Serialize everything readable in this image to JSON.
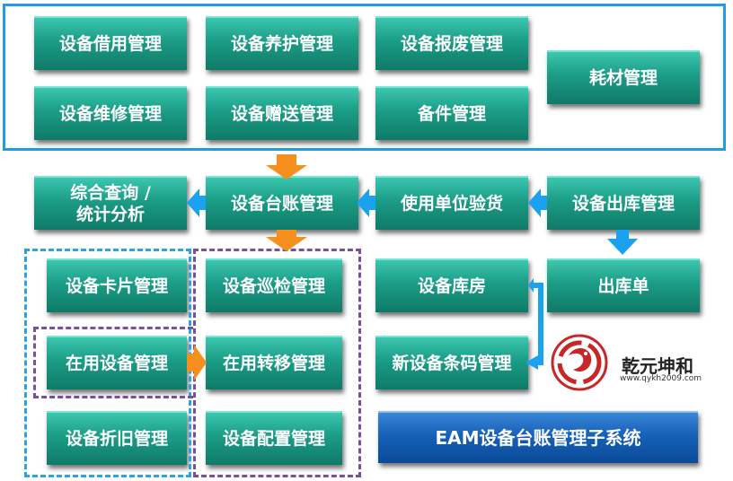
{
  "top_modules": [
    "设备借用管理",
    "设备养护管理",
    "设备报废管理",
    "耗材管理",
    "设备维修管理",
    "设备赠送管理",
    "备件管理"
  ],
  "flow": {
    "query": [
      "综合查询 /",
      "统计分析"
    ],
    "ledger": "设备台账管理",
    "acceptance": "使用单位验货",
    "outbound": "设备出库管理",
    "outbound_order": "出库单",
    "warehouse": "设备库房",
    "barcode": "新设备条码管理"
  },
  "sub_modules": {
    "card": "设备卡片管理",
    "inspection": "设备巡检管理",
    "in_use": "在用设备管理",
    "transfer": "在用转移管理",
    "depreciation": "设备折旧管理",
    "config": "设备配置管理"
  },
  "system_title": "EAM设备台账管理子系统",
  "logo": {
    "name": "乾元坤和",
    "url": "www.qykh2009.com"
  },
  "colors": {
    "teal_box": "#1c9e88",
    "blue_frame": "#1f9be8",
    "orange_arrow": "#f5901e",
    "blue_arrow": "#1aa1f0",
    "purple_dash": "#7b4fa0",
    "blue_dash": "#2ba3e6",
    "title_box": "#1660b8",
    "logo_red": "#c62828"
  }
}
